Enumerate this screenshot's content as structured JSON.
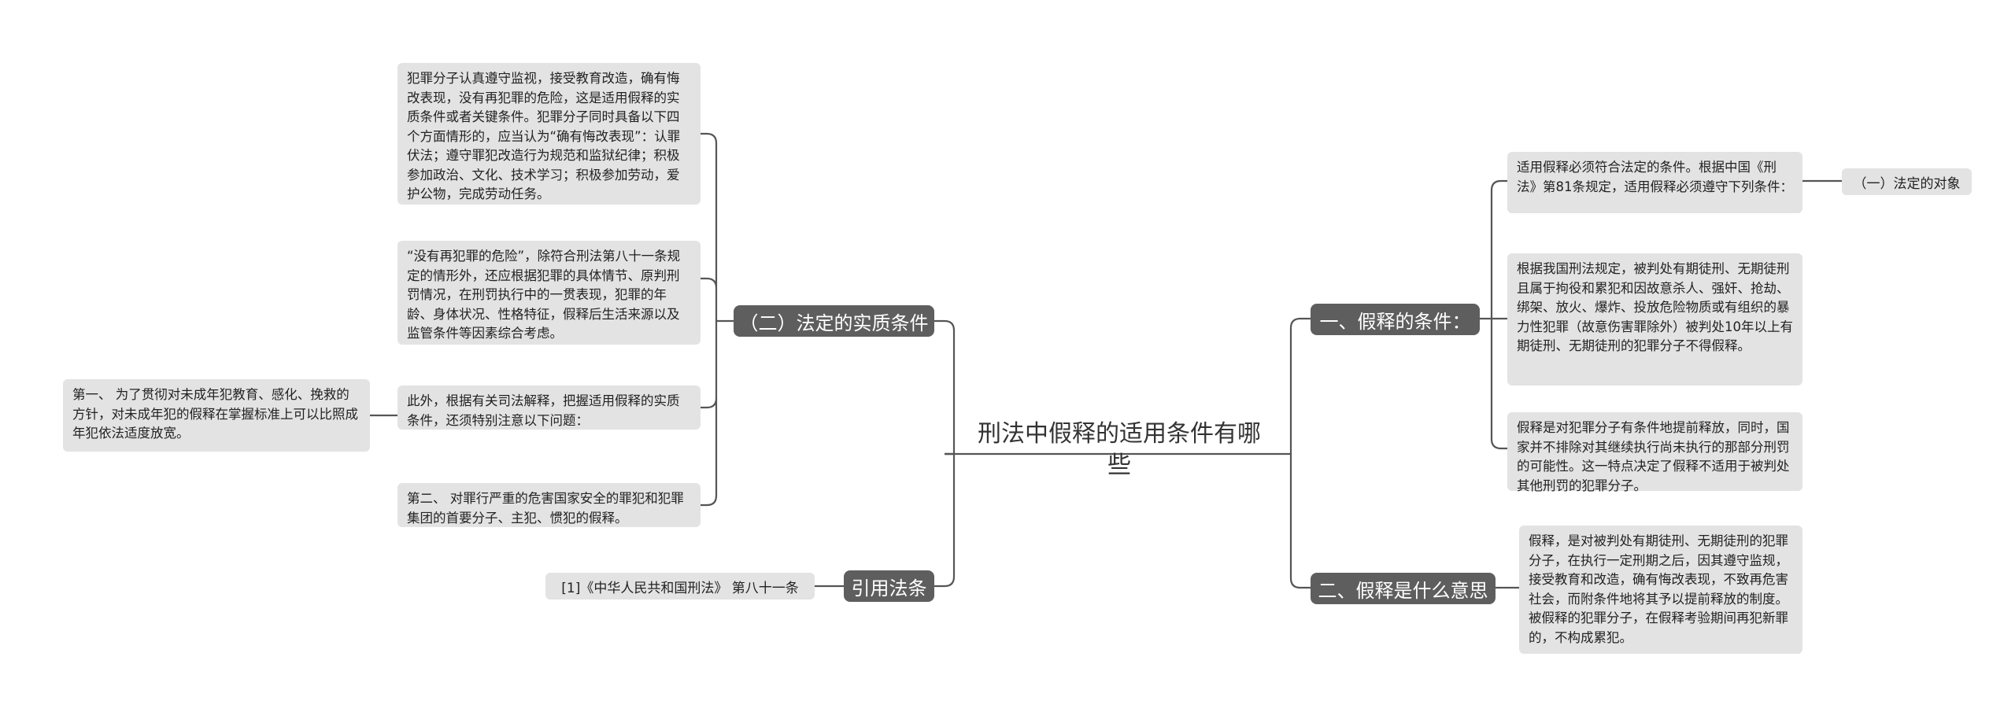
{
  "root": {
    "title": "刑法中假释的适用条件有哪些"
  },
  "right": {
    "conditions": {
      "label": "一、假释的条件：",
      "items": [
        "适用假释必须符合法定的条件。根据中国《刑法》第81条规定，适用假释必须遵守下列条件：",
        "根据我国刑法规定，被判处有期徒刑、无期徒刑且属于拘役和累犯和因故意杀人、强奸、抢劫、绑架、放火、爆炸、投放危险物质或有组织的暴力性犯罪（故意伤害罪除外）被判处10年以上有期徒刑、无期徒刑的犯罪分子不得假释。",
        "假释是对犯罪分子有条件地提前释放，同时，国家并不排除对其继续执行尚未执行的那部分刑罚的可能性。这一特点决定了假释不适用于被判处其他刑罚的犯罪分子。"
      ],
      "sub": "（一）法定的对象"
    },
    "meaning": {
      "label": "二、假释是什么意思",
      "text": "假释，是对被判处有期徒刑、无期徒刑的犯罪分子，在执行一定刑期之后，因其遵守监规，接受教育和改造，确有悔改表现，不致再危害社会，而附条件地将其予以提前释放的制度。被假释的犯罪分子，在假释考验期间再犯新罪的，不构成累犯。"
    }
  },
  "left": {
    "substantive": {
      "label": "（二）法定的实质条件",
      "items": [
        "犯罪分子认真遵守监视，接受教育改造，确有悔改表现，没有再犯罪的危险，这是适用假释的实质条件或者关键条件。犯罪分子同时具备以下四个方面情形的，应当认为“确有悔改表现”：认罪伏法；遵守罪犯改造行为规范和监狱纪律；积极参加政治、文化、技术学习；积极参加劳动，爱护公物，完成劳动任务。",
        "“没有再犯罪的危险”，除符合刑法第八十一条规定的情形外，还应根据犯罪的具体情节、原判刑罚情况，在刑罚执行中的一贯表现，犯罪的年龄、身体状况、性格特征，假释后生活来源以及监管条件等因素综合考虑。",
        "此外，根据有关司法解释，把握适用假释的实质条件，还须特别注意以下问题：",
        "第二、 对罪行严重的危害国家安全的罪犯和犯罪集团的首要分子、主犯、惯犯的假释。"
      ],
      "first_note": "第一、 为了贯彻对未成年犯教育、感化、挽救的方针，对未成年犯的假释在掌握标准上可以比照成年犯依法适度放宽。"
    },
    "citation": {
      "label": "引用法条",
      "ref": "[1]《中华人民共和国刑法》 第八十一条"
    }
  },
  "colors": {
    "branch_bg": "#5e5e5e",
    "leaf_bg": "#e3e3e3",
    "line": "#555555"
  }
}
